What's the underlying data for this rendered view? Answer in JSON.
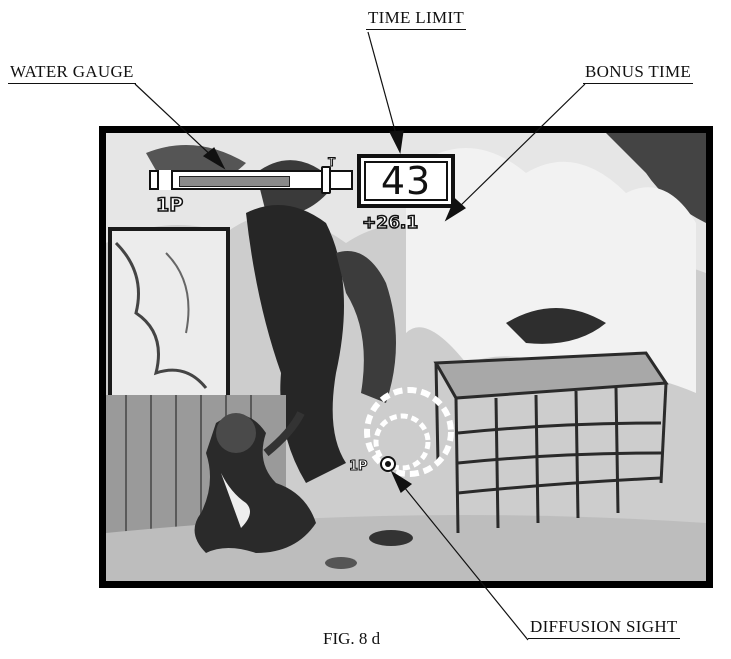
{
  "callouts": {
    "time_limit": "TIME LIMIT",
    "water_gauge": "WATER GAUGE",
    "bonus_time": "BONUS TIME",
    "diffusion_sight": "DIFFUSION SIGHT"
  },
  "caption": "FIG. 8 d",
  "hud": {
    "timer_value": "43",
    "bonus_value": "+26.1",
    "gauge_player": "1P",
    "sight_player": "1P",
    "tank_mark": "T",
    "water_level": 0.78
  },
  "colors": {
    "frame": "#000000",
    "gauge_fill": "#8a8a8a",
    "hud_white": "#ffffff"
  },
  "icons": {
    "sight": "crosshair-icon"
  }
}
